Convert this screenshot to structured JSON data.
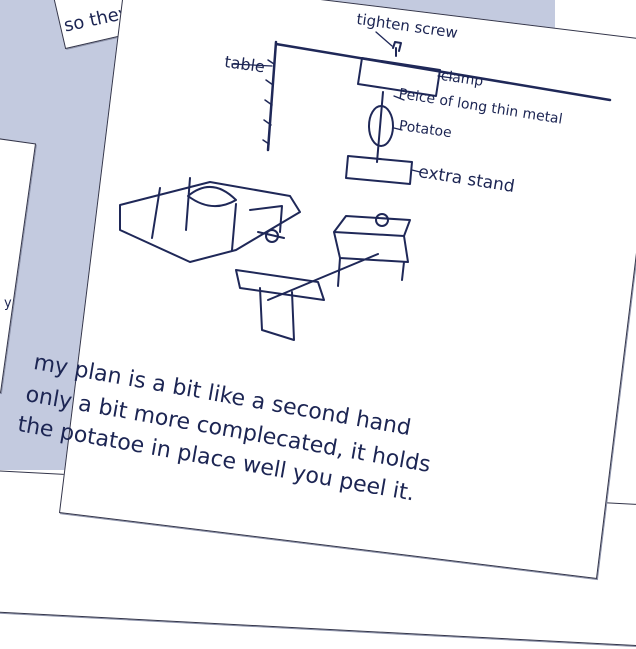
{
  "colors": {
    "background_panel": "#c3cadf",
    "paper": "#ffffff",
    "ink": "#1f2858"
  },
  "top_note": {
    "text": "so they can"
  },
  "left_note": {
    "text": "y"
  },
  "sketch": {
    "labels": {
      "tighten_screw": "tighten screw",
      "table": "table",
      "clamp": "clamp",
      "metal": "Peice of long thin metal",
      "potato": "Potatoe",
      "extra_stand": "extra stand"
    },
    "caption": [
      "my plan is a bit like a second hand",
      "only a bit more complecated, it holds",
      "the potatoe in place well you peel it."
    ]
  }
}
